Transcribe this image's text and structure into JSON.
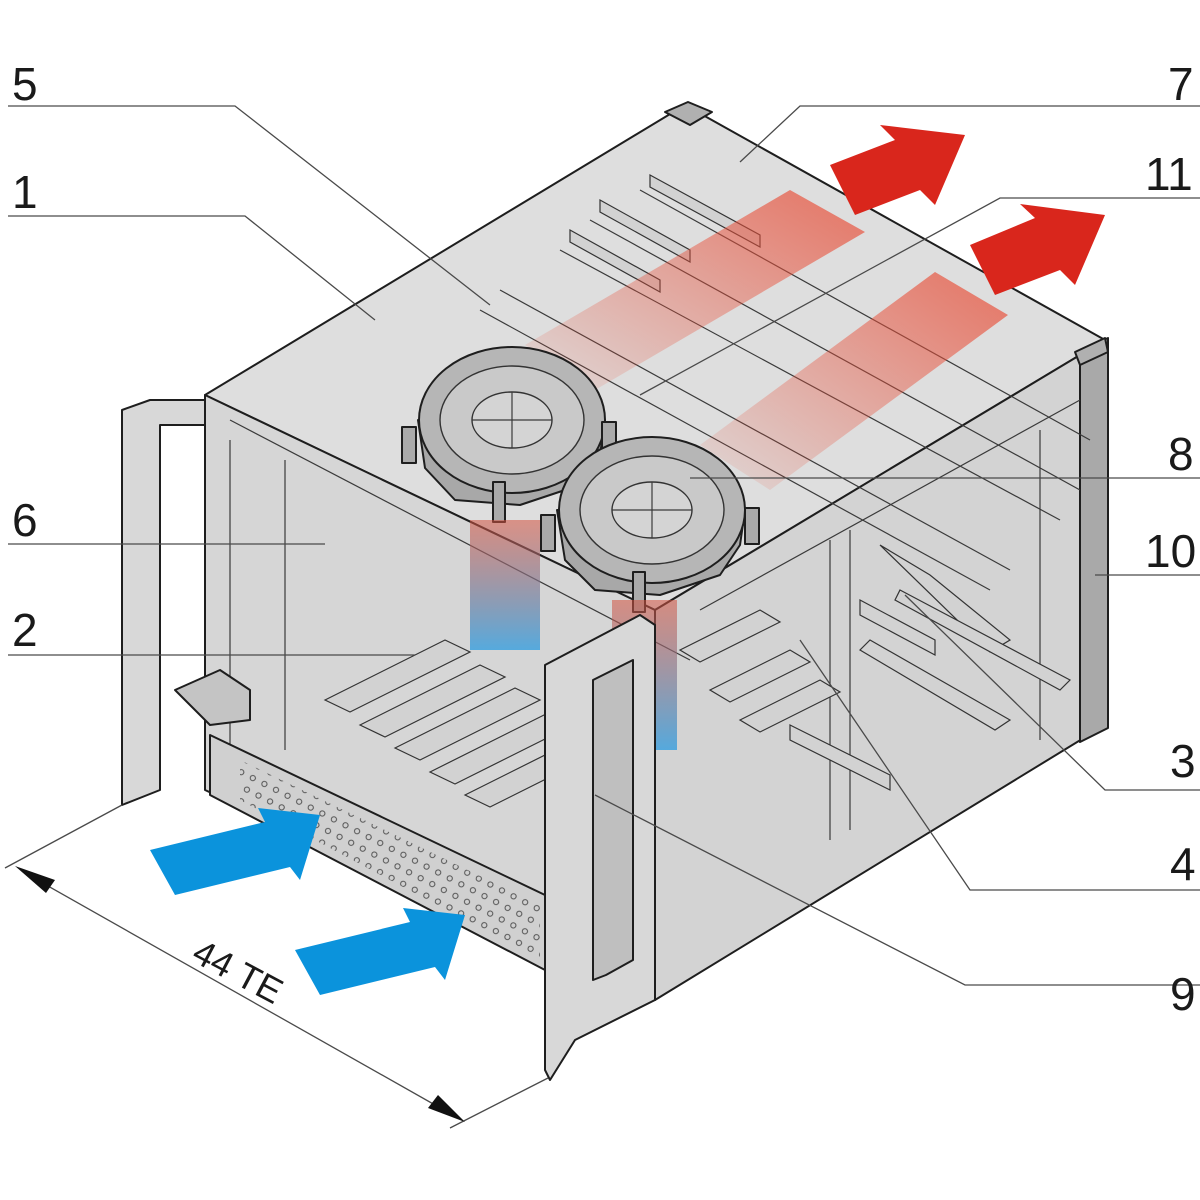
{
  "callouts": {
    "c1": "1",
    "c2": "2",
    "c3": "3",
    "c4": "4",
    "c5": "5",
    "c6": "6",
    "c7": "7",
    "c8": "8",
    "c9": "9",
    "c10": "10",
    "c11": "11"
  },
  "dimension": {
    "width_label": "44 TE"
  },
  "colors": {
    "chassis": "#dcdcdc",
    "chassis_dark": "#bdbdbd",
    "fan": "#b4b4b4",
    "exhaust_arrow": "#d9261c",
    "intake_arrow": "#0b93dc"
  },
  "icons": {
    "exhaust": "red-exhaust-arrow",
    "intake": "blue-intake-arrow"
  }
}
